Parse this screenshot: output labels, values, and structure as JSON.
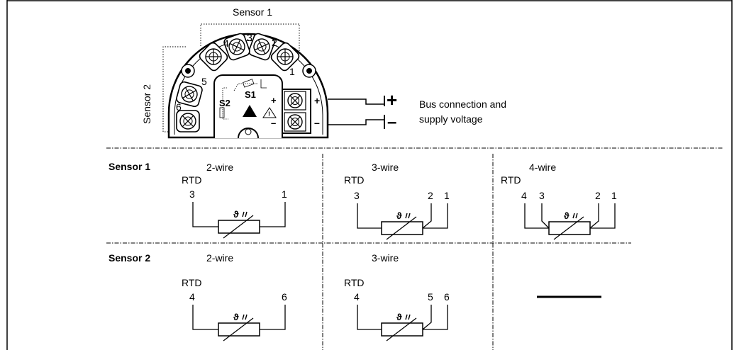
{
  "top": {
    "sensor1_label": "Sensor 1",
    "sensor2_label": "Sensor 2",
    "terminals": [
      "1",
      "2",
      "3",
      "4",
      "5",
      "6"
    ],
    "s1_label": "S1",
    "s2_label": "S2",
    "plus": "+",
    "minus": "–",
    "bus_line1": "Bus connection and",
    "bus_line2": "supply voltage"
  },
  "table": {
    "row1_header": "Sensor 1",
    "row2_header": "Sensor 2",
    "rtd": "RTD",
    "theta": "ϑ",
    "cells": [
      {
        "id": "s1-2wire",
        "title": "2-wire",
        "label": "RTD",
        "pins": [
          "3",
          "1"
        ]
      },
      {
        "id": "s1-3wire",
        "title": "3-wire",
        "label": "RTD",
        "pins": [
          "3",
          "2",
          "1"
        ]
      },
      {
        "id": "s1-4wire",
        "title": "4-wire",
        "label": "RTD",
        "pins": [
          "4",
          "3",
          "2",
          "1"
        ]
      },
      {
        "id": "s2-2wire",
        "title": "2-wire",
        "label": "RTD",
        "pins": [
          "4",
          "6"
        ]
      },
      {
        "id": "s2-3wire",
        "title": "3-wire",
        "label": "RTD",
        "pins": [
          "4",
          "5",
          "6"
        ]
      }
    ]
  }
}
